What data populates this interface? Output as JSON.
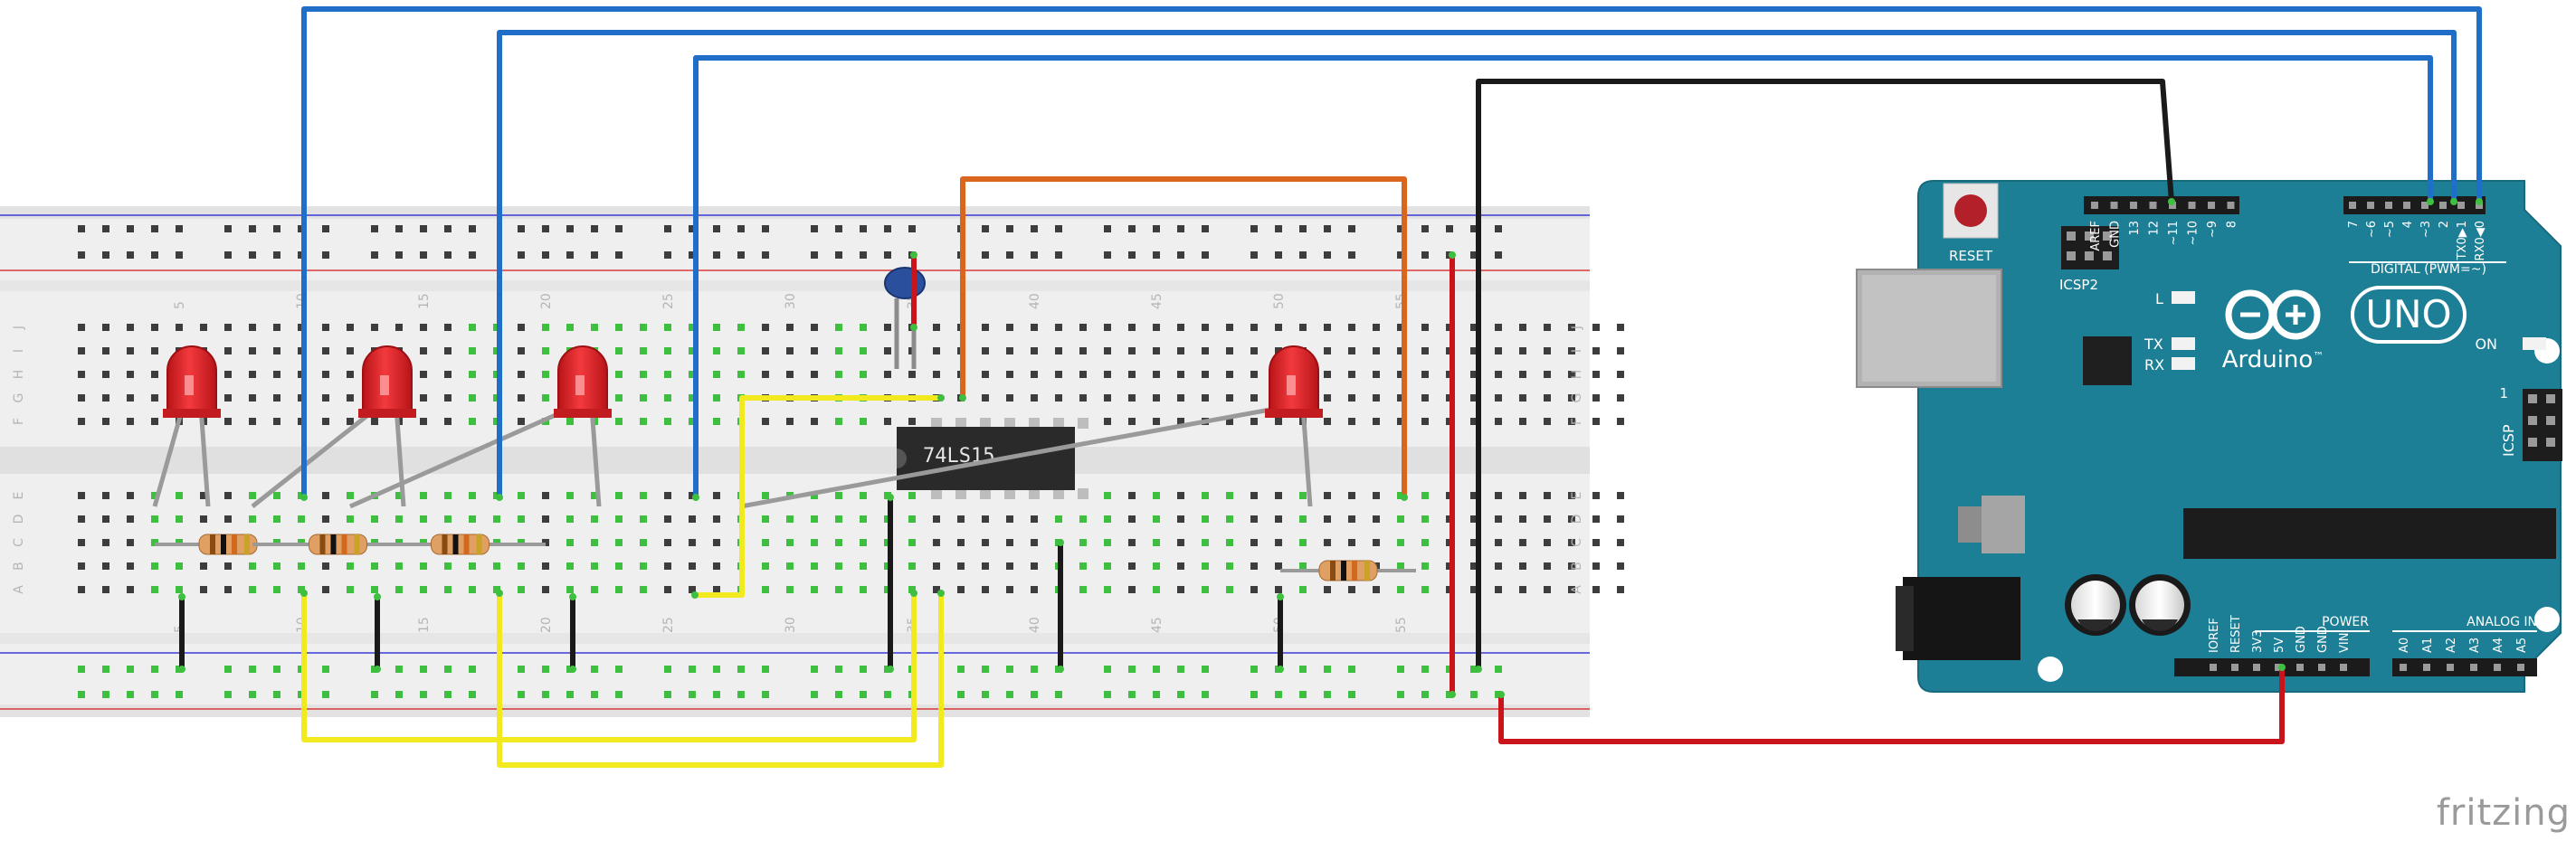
{
  "brand": "fritzing",
  "breadboard": {
    "column_numbers": [
      "5",
      "10",
      "15",
      "20",
      "25",
      "30",
      "35",
      "40",
      "45",
      "50",
      "55"
    ],
    "row_letters_top": [
      "J",
      "I",
      "H",
      "G",
      "F"
    ],
    "row_letters_bottom": [
      "E",
      "D",
      "C",
      "B",
      "A"
    ]
  },
  "chip": {
    "label": "74LS15"
  },
  "arduino": {
    "board_name": "UNO",
    "logo_text": "Arduino",
    "trademark": "™",
    "reset_label": "RESET",
    "icsp2_label": "ICSP2",
    "icsp_label": "ICSP",
    "icsp_pin1": "1",
    "on_label": "ON",
    "l_label": "L",
    "tx_label": "TX",
    "rx_label": "RX",
    "digital_label": "DIGITAL (PWM=~)",
    "power_label": "POWER",
    "analog_label": "ANALOG IN",
    "top_header_left": [
      "AREF",
      "GND",
      "13",
      "12",
      "~11",
      "~10",
      "~9",
      "8"
    ],
    "top_header_right": [
      "7",
      "~6",
      "~5",
      "4",
      "~3",
      "2",
      "TX0▶1",
      "RX0◀0"
    ],
    "power_pins": [
      "IOREF",
      "RESET",
      "3V3",
      "5V",
      "GND",
      "GND",
      "VIN"
    ],
    "analog_pins": [
      "A0",
      "A1",
      "A2",
      "A3",
      "A4",
      "A5"
    ]
  },
  "colors": {
    "wire_blue": "#1f6fc8",
    "wire_black": "#1a1a1a",
    "wire_red": "#c8141a",
    "wire_orange": "#d9661c",
    "wire_yellow": "#f2ea1e",
    "arduino_teal": "#1d7f96",
    "led_red": "#e8242a"
  }
}
